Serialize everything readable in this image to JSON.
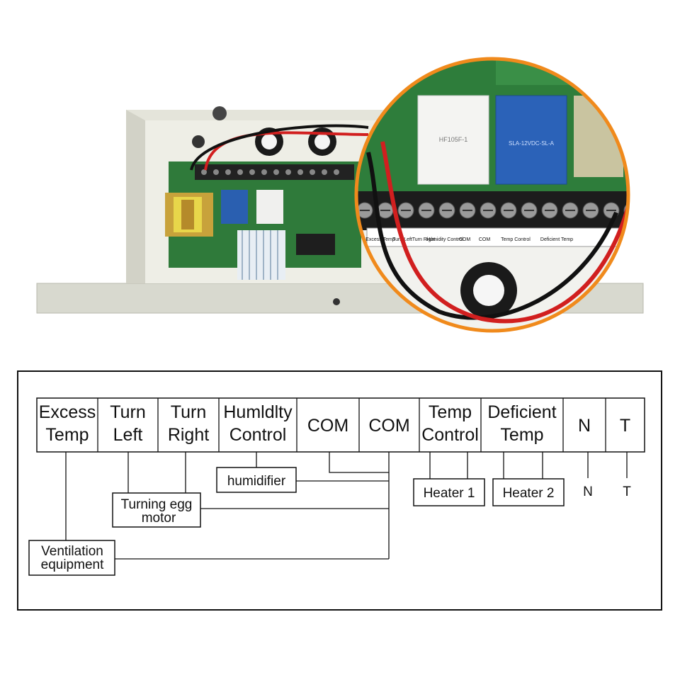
{
  "photo": {
    "board_labels": [
      "Excess Temp",
      "Turn Left",
      "Turn Right",
      "Humidity Control",
      "COM",
      "COM",
      "Temp Control",
      "Deficient Temp"
    ],
    "relay_left_text": "HF105F-1",
    "relay_right_text": "SLA-12VDC-SL-A"
  },
  "terminal_block": {
    "terminals": [
      {
        "id": "excess-temp",
        "line1": "Excess",
        "line2": "Temp"
      },
      {
        "id": "turn-left",
        "line1": "Turn",
        "line2": "Left"
      },
      {
        "id": "turn-right",
        "line1": "Turn",
        "line2": "Right"
      },
      {
        "id": "humidity-control",
        "line1": "Humldlty",
        "line2": "Control"
      },
      {
        "id": "com-1",
        "line1": "COM",
        "line2": ""
      },
      {
        "id": "com-2",
        "line1": "COM",
        "line2": ""
      },
      {
        "id": "temp-control",
        "line1": "Temp",
        "line2": "Control"
      },
      {
        "id": "deficient-temp",
        "line1": "Deficient",
        "line2": "Temp"
      },
      {
        "id": "n",
        "line1": "N",
        "line2": ""
      },
      {
        "id": "t",
        "line1": "T",
        "line2": ""
      }
    ]
  },
  "devices": {
    "humidifier": "humidifier",
    "turning_motor": {
      "line1": "Turning egg",
      "line2": "motor"
    },
    "ventilation": {
      "line1": "Ventilation",
      "line2": "equipment"
    },
    "heater_1": "Heater 1",
    "heater_2": "Heater 2",
    "n_label": "N",
    "t_label": "T"
  }
}
